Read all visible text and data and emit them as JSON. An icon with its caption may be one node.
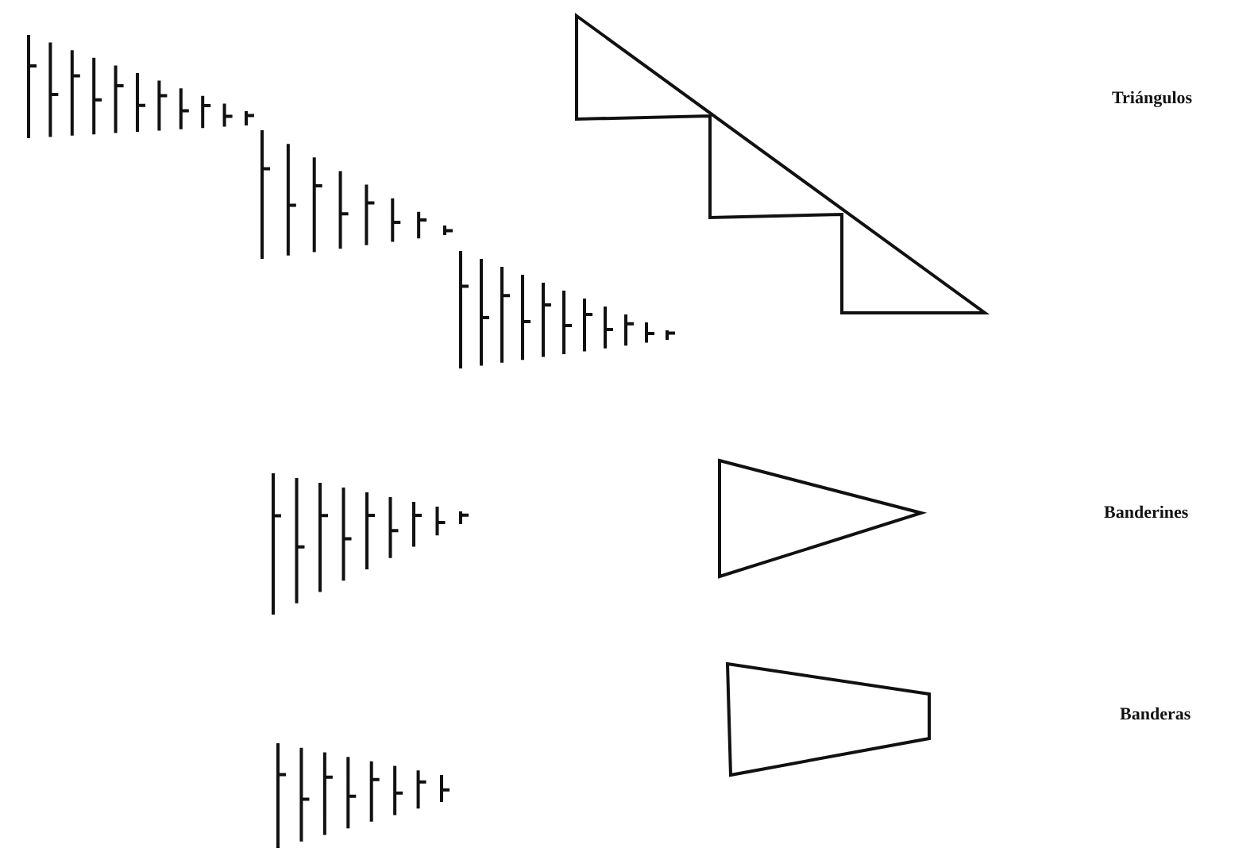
{
  "diagram": {
    "labels": [
      "Triángulos",
      "Banderines",
      "Banderas"
    ]
  }
}
